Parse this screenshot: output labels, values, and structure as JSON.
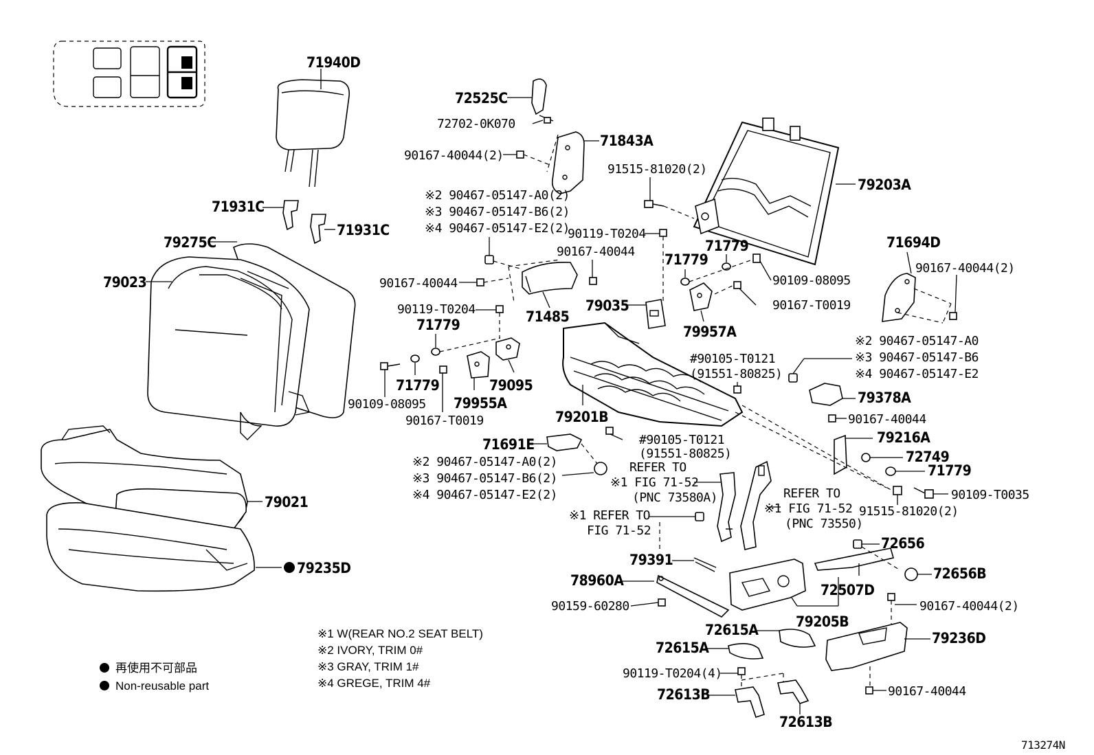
{
  "diagram_id": "713274N",
  "labels": {
    "l_71940D": "71940D",
    "l_71931C_a": "71931C",
    "l_71931C_b": "71931C",
    "l_79275C": "79275C",
    "l_79023": "79023",
    "l_79021": "79021",
    "l_79235D": "79235D",
    "l_72525C": "72525C",
    "l_72702": "72702-0K070",
    "l_71843A": "71843A",
    "l_90167_40044_2_a": "90167-40044(2)",
    "l_x2_a": "※2 90467-05147-A0(2)",
    "l_x3_a": "※3 90467-05147-B6(2)",
    "l_x4_a": "※4 90467-05147-E2(2)",
    "l_90119_T0204_a": "90119-T0204",
    "l_90167_40044_a": "90167-40044",
    "l_90167_40044_b": "90167-40044",
    "l_71485": "71485",
    "l_90119_T0204_b": "90119-T0204",
    "l_71779_a": "71779",
    "l_71779_b": "71779",
    "l_90109_08095_a": "90109-08095",
    "l_79955A": "79955A",
    "l_79095": "79095",
    "l_90167_T0019_a": "90167-T0019",
    "l_91515_81020_2_a": "91515-81020(2)",
    "l_79203A": "79203A",
    "l_71779_c": "71779",
    "l_71779_d": "71779",
    "l_90109_08095_b": "90109-08095",
    "l_90167_T0019_b": "90167-T0019",
    "l_79035": "79035",
    "l_79957A": "79957A",
    "l_71694D": "71694D",
    "l_90167_40044_2_b": "90167-40044(2)",
    "l_90105_a": "#90105-T0121",
    "l_91551_a": "(91551-80825)",
    "l_x2_b": "※2 90467-05147-A0",
    "l_x3_b": "※3 90467-05147-B6",
    "l_x4_b": "※4 90467-05147-E2",
    "l_79378A": "79378A",
    "l_90167_40044_c": "90167-40044",
    "l_79201B": "79201B",
    "l_90105_b": "#90105-T0121",
    "l_91551_b": "(91551-80825)",
    "l_79216A": "79216A",
    "l_72749": "72749",
    "l_71779_e": "71779",
    "l_90109_T0035": "90109-T0035",
    "l_91515_81020_2_b": "91515-81020(2)",
    "l_71691E": "71691E",
    "l_x2_c": "※2 90467-05147-A0(2)",
    "l_x3_c": "※3 90467-05147-B6(2)",
    "l_x4_c": "※4 90467-05147-E2(2)",
    "ref1_l1": "REFER TO",
    "ref1_l2": "※1 FIG 71-52",
    "ref1_l3": "(PNC 73580A)",
    "ref2_l1": "※1 REFER TO",
    "ref2_l2": "FIG 71-52",
    "ref3_l1": "REFER TO",
    "ref3_l2": "※1 FIG 71-52",
    "ref3_l3": "(PNC 73550)",
    "l_72656": "72656",
    "l_72656B": "72656B",
    "l_79391": "79391",
    "l_78960A": "78960A",
    "l_90159_60280": "90159-60280",
    "l_72507D": "72507D",
    "l_79205B": "79205B",
    "l_90167_40044_2_c": "90167-40044(2)",
    "l_72615A_a": "72615A",
    "l_72615A_b": "72615A",
    "l_79236D": "79236D",
    "l_90119_T0204_4": "90119-T0204(4)",
    "l_90167_40044_d": "90167-40044",
    "l_72613B_a": "72613B",
    "l_72613B_b": "72613B"
  },
  "notes": {
    "n1": "※1 W(REAR NO.2 SEAT BELT)",
    "n2": "※2 IVORY, TRIM 0#",
    "n3": "※3 GRAY, TRIM 1#",
    "n4": "※4 GREGE, TRIM 4#"
  },
  "legend": {
    "jp": "再使用不可部品",
    "en": "Non-reusable part"
  }
}
